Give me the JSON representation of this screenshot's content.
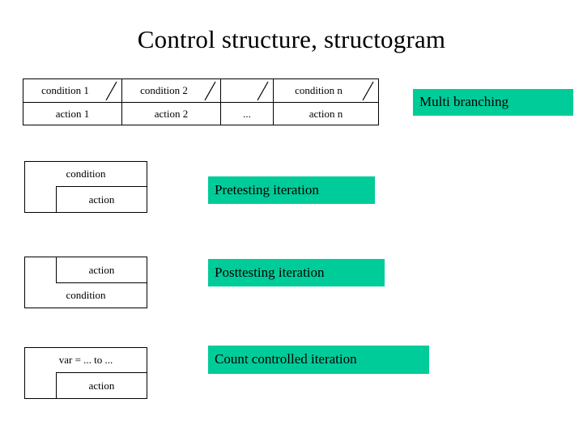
{
  "slide": {
    "title": "Control structure, structogram",
    "background_color": "#ffffff",
    "highlight_color": "#00cc99",
    "text_color": "#000000",
    "border_color": "#000000"
  },
  "multi_branching": {
    "label": "Multi branching",
    "columns": [
      {
        "condition": "condition 1",
        "action": "action 1",
        "has_slash": true
      },
      {
        "condition": "condition 2",
        "action": "action 2",
        "has_slash": true
      },
      {
        "condition": "",
        "action": "...",
        "has_slash": true
      },
      {
        "condition": "condition n",
        "action": "action n",
        "has_slash": true
      }
    ]
  },
  "loops": [
    {
      "label": "Pretesting iteration",
      "head": "condition",
      "head_position": "top",
      "body": "action"
    },
    {
      "label": "Posttesting iteration",
      "head": "condition",
      "head_position": "bottom",
      "body": "action"
    },
    {
      "label": "Count controlled iteration",
      "head": "var = ... to ...",
      "head_position": "top",
      "body": "action"
    }
  ]
}
